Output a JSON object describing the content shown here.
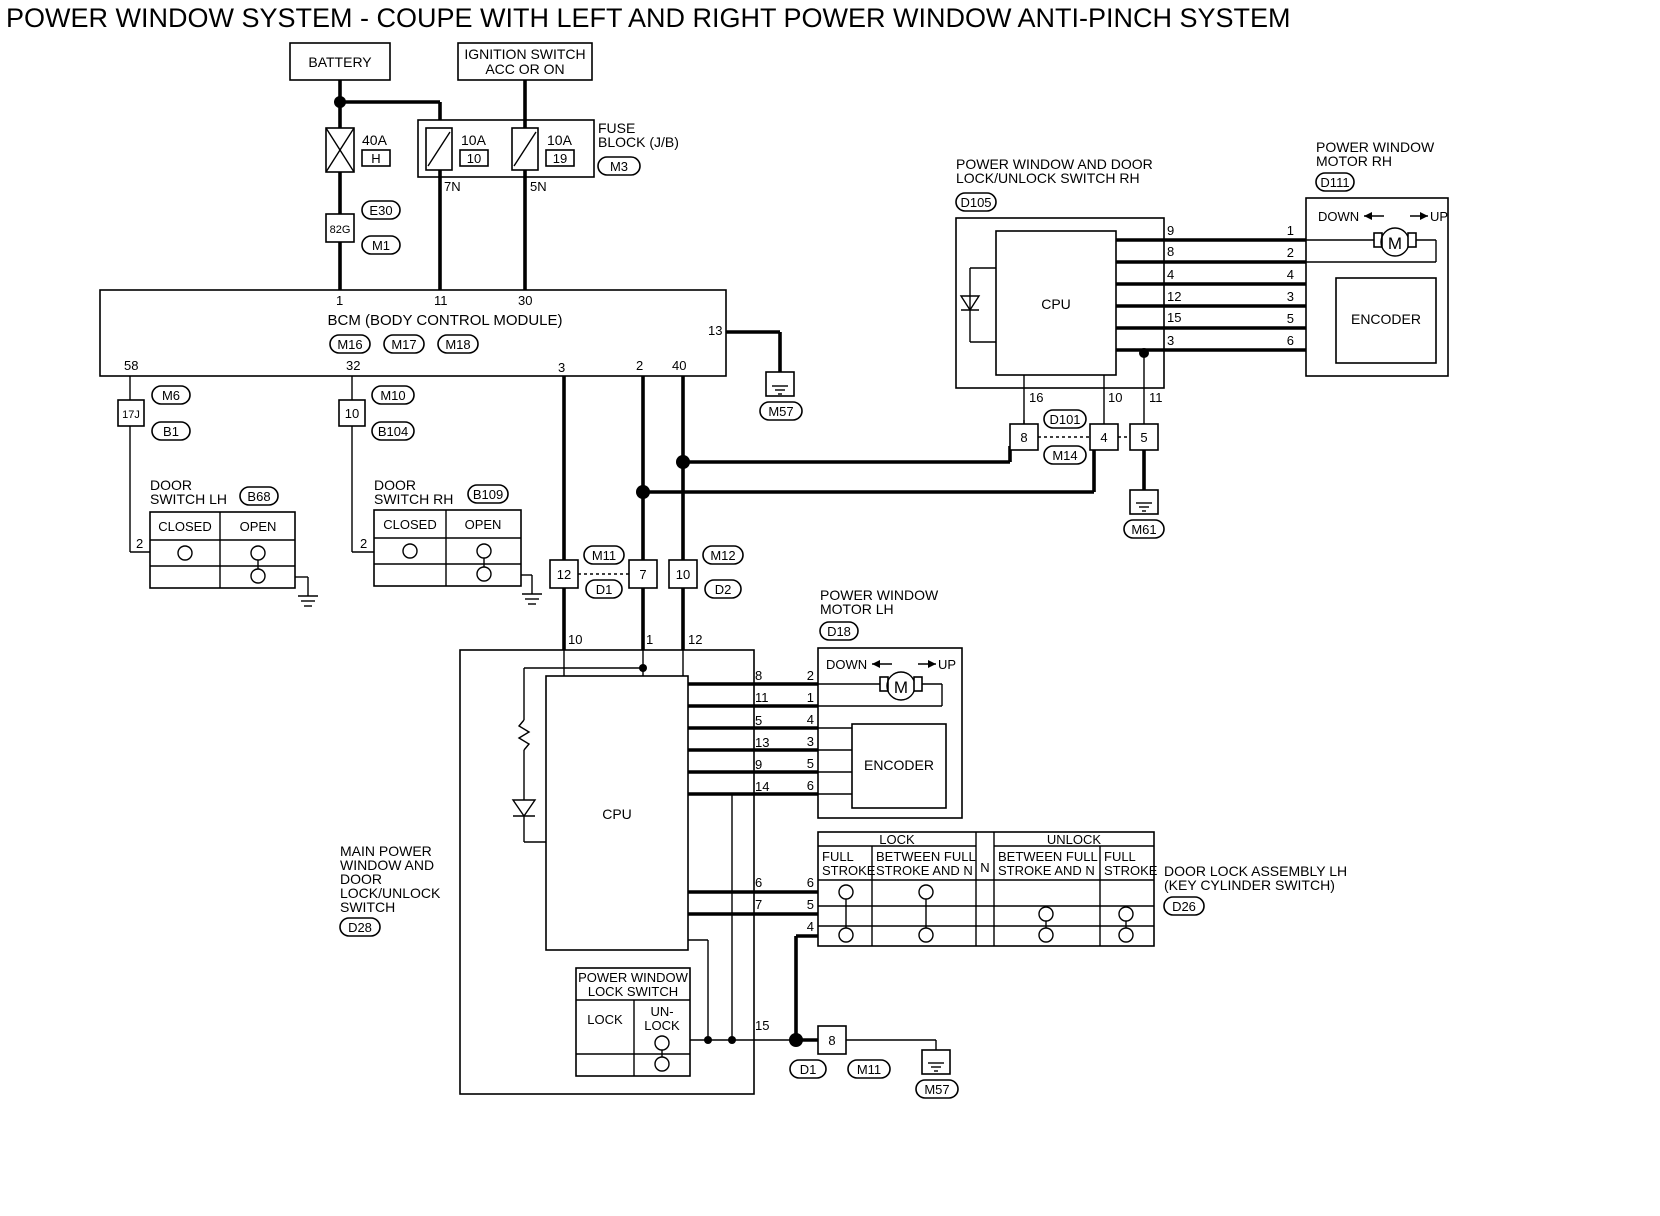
{
  "title": "POWER WINDOW SYSTEM - COUPE WITH LEFT AND RIGHT POWER WINDOW ANTI-PINCH SYSTEM",
  "power": {
    "battery": "BATTERY",
    "ignition_line1": "IGNITION SWITCH",
    "ignition_line2": "ACC OR ON",
    "fuse_main_amp": "40A",
    "fuse_main_id": "H",
    "fuse1_amp": "10A",
    "fuse1_num": "10",
    "fuse2_amp": "10A",
    "fuse2_num": "19",
    "fuse_block_line1": "FUSE",
    "fuse_block_line2": "BLOCK (J/B)",
    "fuse_block_conn": "M3",
    "term_7n": "7N",
    "term_5n": "5N",
    "conn_82g": "82G",
    "conn_e30": "E30",
    "conn_m1": "M1"
  },
  "bcm": {
    "name": "BCM (BODY CONTROL MODULE)",
    "conns": [
      "M16",
      "M17",
      "M18"
    ],
    "pin_top": [
      "1",
      "11",
      "30"
    ],
    "pin_bottom": [
      "58",
      "32",
      "3",
      "2",
      "40"
    ],
    "pin_13": "13",
    "ground": "M57"
  },
  "door_lh": {
    "line1": "DOOR",
    "line2": "SWITCH LH",
    "conn": "B68",
    "inline": "17J",
    "conn_a": "M6",
    "conn_b": "B1",
    "pin": "2",
    "closed": "CLOSED",
    "open": "OPEN"
  },
  "door_rh": {
    "line1": "DOOR",
    "line2": "SWITCH RH",
    "conn": "B109",
    "inline": "10",
    "conn_a": "M10",
    "conn_b": "B104",
    "pin": "2",
    "closed": "CLOSED",
    "open": "OPEN"
  },
  "switch_rh": {
    "line1": "POWER WINDOW AND DOOR",
    "line2": "LOCK/UNLOCK SWITCH RH",
    "conn": "D105",
    "cpu": "CPU",
    "pins_right": [
      "9",
      "8",
      "4",
      "12",
      "15",
      "3"
    ],
    "pins_bottom": [
      "16",
      "10",
      "11"
    ],
    "inline_pins": [
      "8",
      "4",
      "5"
    ],
    "inline_conn_a": "D101",
    "inline_conn_b": "M14",
    "ground": "M61"
  },
  "motor_rh": {
    "line1": "POWER WINDOW",
    "line2": "MOTOR RH",
    "conn": "D111",
    "down": "DOWN",
    "up": "UP",
    "motor": "M",
    "encoder": "ENCODER",
    "pins": [
      "1",
      "2",
      "4",
      "3",
      "5",
      "6"
    ]
  },
  "inline_mid": {
    "pins": [
      "12",
      "7",
      "10"
    ],
    "conn_a": "M11",
    "conn_b": "D1",
    "conn_c": "M12",
    "conn_d": "D2"
  },
  "main_switch": {
    "lines": [
      "MAIN POWER",
      "WINDOW AND",
      "DOOR",
      "LOCK/UNLOCK",
      "SWITCH"
    ],
    "conn": "D28",
    "cpu": "CPU",
    "pins_top": [
      "10",
      "1",
      "12"
    ],
    "pins_right": [
      "8",
      "11",
      "5",
      "13",
      "9",
      "14",
      "6",
      "7",
      "15"
    ],
    "lock_switch_line1": "POWER WINDOW",
    "lock_switch_line2": "LOCK SWITCH",
    "lock": "LOCK",
    "unlock_line1": "UN-",
    "unlock_line2": "LOCK"
  },
  "motor_lh": {
    "line1": "POWER WINDOW",
    "line2": "MOTOR LH",
    "conn": "D18",
    "down": "DOWN",
    "up": "UP",
    "motor": "M",
    "encoder": "ENCODER",
    "pins": [
      "2",
      "1",
      "4",
      "3",
      "5",
      "6"
    ]
  },
  "door_lock": {
    "line1": "DOOR LOCK ASSEMBLY LH",
    "line2": "(KEY CYLINDER SWITCH)",
    "conn": "D26",
    "lock": "LOCK",
    "unlock": "UNLOCK",
    "full1": "FULL",
    "full2": "STROKE",
    "between1": "BETWEEN FULL",
    "between2": "STROKE AND N",
    "n": "N",
    "pins": [
      "6",
      "5",
      "4"
    ]
  },
  "ground_bottom": {
    "pin": "8",
    "conn_a": "D1",
    "conn_b": "M11",
    "ground": "M57"
  }
}
